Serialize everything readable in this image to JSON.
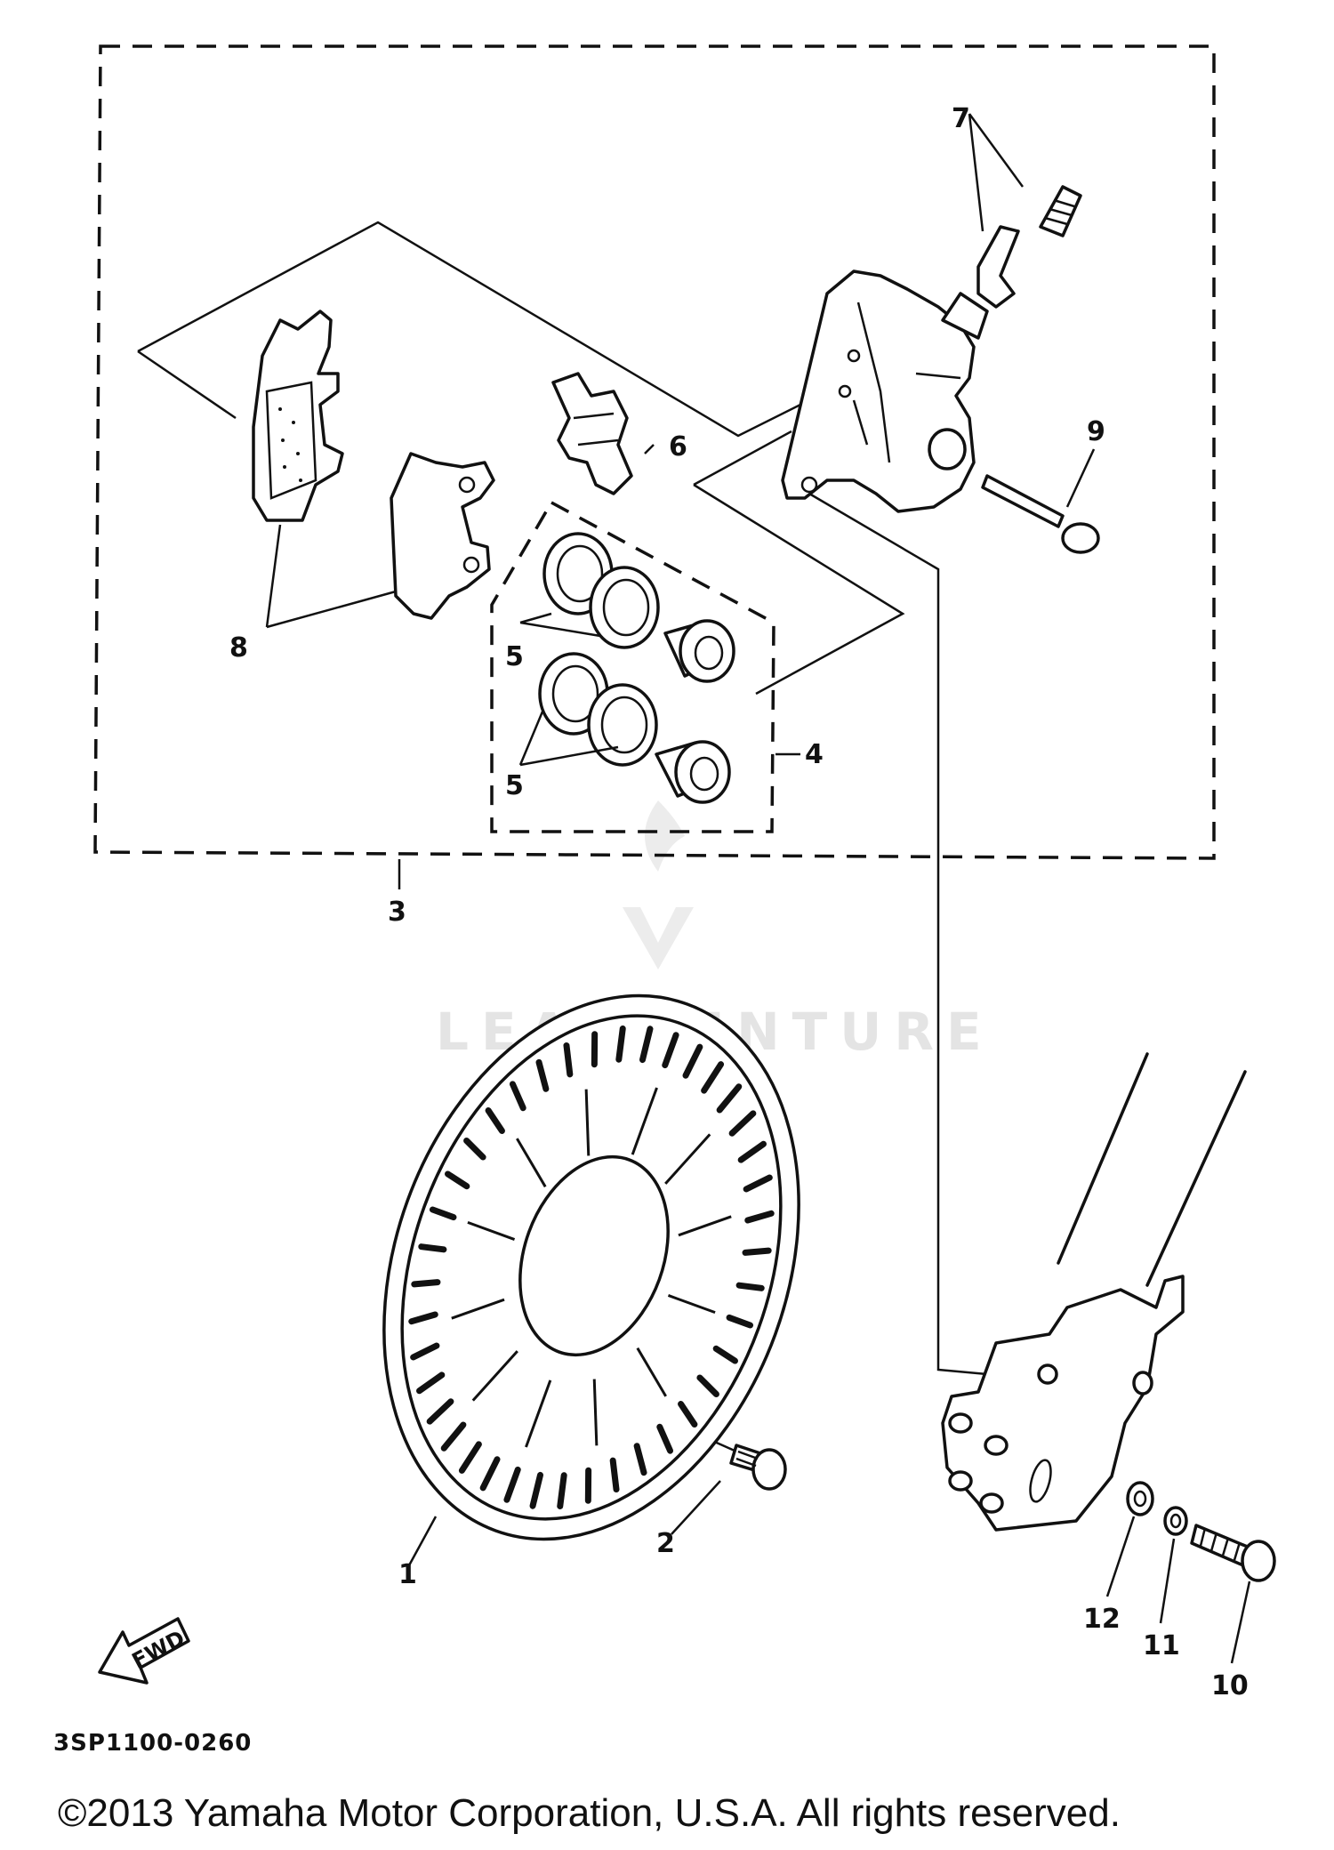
{
  "diagram": {
    "figure_code": "3SP1100-0260",
    "copyright": "©2013 Yamaha Motor Corporation, U.S.A. All rights reserved.",
    "watermark": "LEADVENTURE",
    "fwd_label": "FWD",
    "callouts": {
      "c1": "1",
      "c2": "2",
      "c3": "3",
      "c4": "4",
      "c5a": "5",
      "c5b": "5",
      "c6": "6",
      "c7": "7",
      "c8": "8",
      "c9": "9",
      "c10": "10",
      "c11": "11",
      "c12": "12"
    }
  }
}
